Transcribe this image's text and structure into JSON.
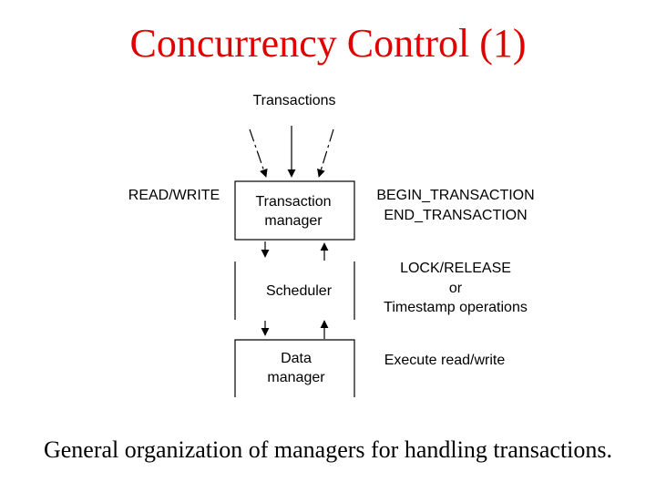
{
  "title": "Concurrency Control (1)",
  "caption": "General organization of managers for handling transactions.",
  "diagram": {
    "transactions_label": "Transactions",
    "read_write_label": "READ/WRITE",
    "boxes": {
      "transaction_manager": [
        "Transaction",
        "manager"
      ],
      "scheduler": "Scheduler",
      "data_manager": [
        "Data",
        "manager"
      ]
    },
    "right_labels": {
      "begin_end": [
        "BEGIN_TRANSACTION",
        "END_TRANSACTION"
      ],
      "lock_release": [
        "LOCK/RELEASE",
        "or",
        "Timestamp operations"
      ],
      "execute": "Execute read/write"
    }
  },
  "colors": {
    "title": "#e00000",
    "text": "#000000",
    "background": "#ffffff"
  }
}
